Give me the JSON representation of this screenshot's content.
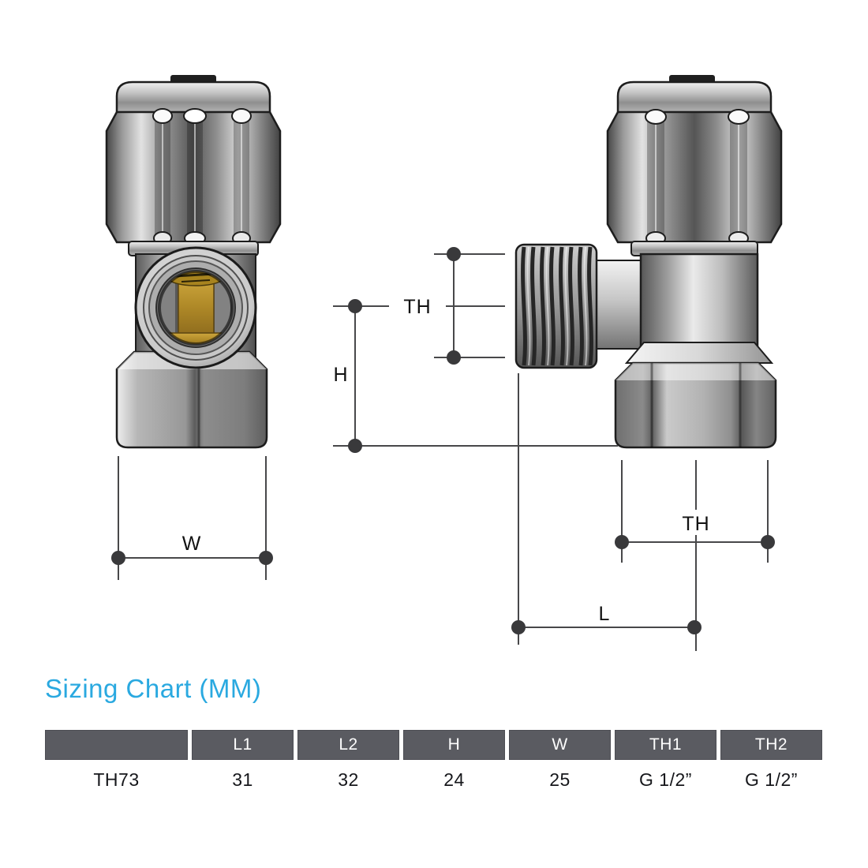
{
  "title": "Sizing Chart (MM)",
  "diagram": {
    "dimension_labels": {
      "thread_diameter": "TH",
      "height": "H",
      "width": "W",
      "nut_thread": "TH",
      "length": "L"
    }
  },
  "table": {
    "headers": [
      "",
      "L1",
      "L2",
      "H",
      "W",
      "TH1",
      "TH2"
    ],
    "rows": [
      [
        "TH73",
        "31",
        "32",
        "24",
        "25",
        "G 1/2”",
        "G 1/2”"
      ]
    ]
  },
  "colors": {
    "accent": "#2aa9e0",
    "table_header_bg": "#5a5b61",
    "dimension_line": "#48484a",
    "dimension_dot": "#39393b",
    "brass": "#b08a28"
  }
}
